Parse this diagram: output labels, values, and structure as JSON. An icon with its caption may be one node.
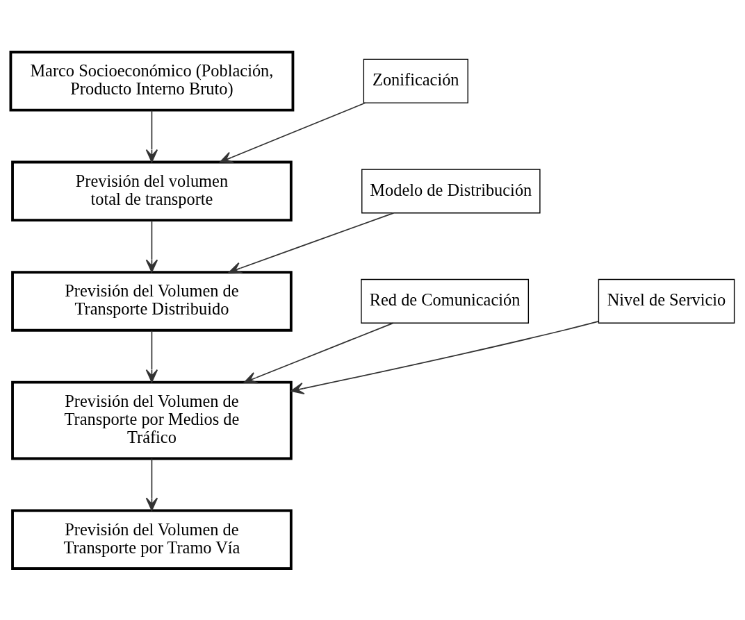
{
  "diagram": {
    "nodes": [
      {
        "text": [
          "Marco Socioeconómico (Población, Producto Interno Bruto)"
        ]
      },
      {
        "text": [
          "Zonificación"
        ]
      },
      {
        "text": [
          "Previsión del volumen total de transporte"
        ]
      },
      {
        "text": [
          "Modelo de Distribución"
        ]
      },
      {
        "text": [
          "Previsión del Volumen de Transporte Distribuido"
        ]
      },
      {
        "text": [
          "Red de Comunicación"
        ]
      },
      {
        "text": [
          "Nivel de Servicio"
        ]
      },
      {
        "text": [
          "Previsión del Volumen de Transporte por Medios de Tráfico"
        ]
      },
      {
        "text": [
          "Previsión del Volumen de Transporte por Tramo Vía"
        ]
      }
    ],
    "edges": [
      {
        "from": 0,
        "to": 2,
        "arrow": "to"
      },
      {
        "from": 1,
        "to": 2,
        "arrow": "to"
      },
      {
        "from": 2,
        "to": 4,
        "arrow": "to"
      },
      {
        "from": 3,
        "to": 4,
        "arrow": "to"
      },
      {
        "from": 4,
        "to": 7,
        "arrow": "to"
      },
      {
        "from": 5,
        "to": 7,
        "arrow": "to"
      },
      {
        "from": 6,
        "to": 7,
        "arrow": "to"
      },
      {
        "from": 7,
        "to": 8,
        "arrow": "to"
      }
    ]
  }
}
